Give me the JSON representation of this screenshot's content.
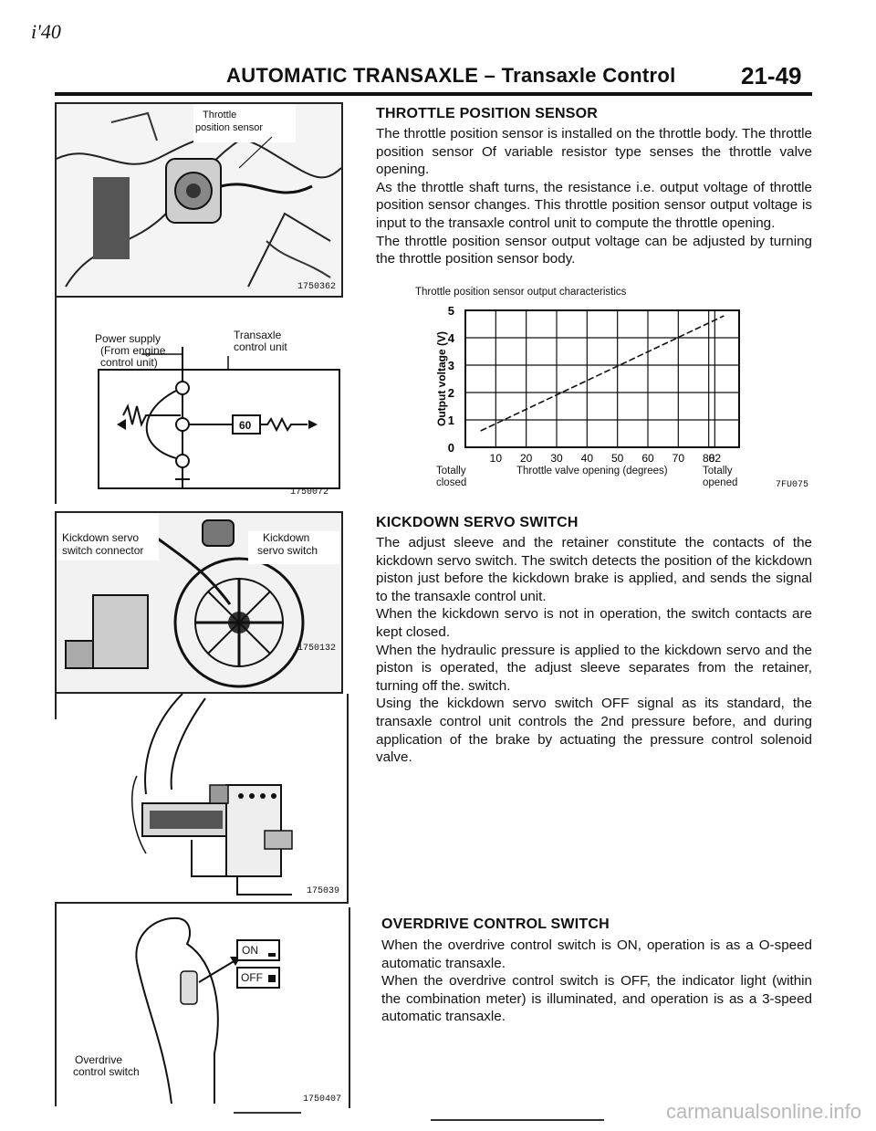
{
  "header": {
    "scribble": "i'40",
    "title": "AUTOMATIC TRANSAXLE – Transaxle Control",
    "page_number": "21-49"
  },
  "sections": {
    "tps": {
      "title": "THROTTLE POSITION SENSOR",
      "paragraphs": [
        "The throttle position sensor is installed on the throttle body. The throttle position sensor Of variable resistor type senses the throttle valve opening.",
        "As the throttle shaft turns, the resistance i.e. output voltage of throttle position sensor changes. This throttle position sensor output voltage is input to the transaxle control unit to compute the throttle opening.",
        "The throttle position sensor output voltage can be adjusted by turning the throttle position sensor body."
      ]
    },
    "kickdown": {
      "title": "KICKDOWN SERVO SWITCH",
      "paragraphs": [
        "The adjust sleeve and the retainer constitute the contacts of the kickdown servo switch. The switch detects the position of the kickdown piston just before the kickdown brake is applied, and sends the signal to the transaxle control unit.",
        "When the kickdown servo is not in operation, the switch contacts are kept closed.",
        "When the hydraulic pressure is applied to the kickdown servo and the piston is operated, the adjust sleeve separates from the retainer, turning off the. switch.",
        "Using the kickdown servo switch OFF signal as its standard, the transaxle control unit controls the 2nd pressure before, and during application of the brake by actuating the pressure control solenoid valve."
      ]
    },
    "overdrive": {
      "title": "OVERDRIVE CONTROL SWITCH",
      "paragraphs": [
        "When the overdrive control switch is ON, operation is as a O-speed automatic transaxle.",
        "When the overdrive control switch is OFF, the indicator light (within the combination meter) is illuminated, and operation is as a 3-speed automatic transaxle."
      ]
    }
  },
  "figures": {
    "fig1": {
      "label_line1": "Throttle",
      "label_line2": "position sensor",
      "code": "1750362"
    },
    "fig2": {
      "label_power1": "Power supply",
      "label_power2": "(From engine",
      "label_power3": "control unit)",
      "label_tcu1": "Transaxle",
      "label_tcu2": "control unit",
      "box_label": "60",
      "code": "1750072"
    },
    "fig3": {
      "label_left1": "Kickdown servo",
      "label_left2": "switch connector",
      "label_right1": "Kickdown",
      "label_right2": "servo switch",
      "code": "1750132"
    },
    "fig4": {
      "code": "175039"
    },
    "fig5": {
      "on_label": "ON",
      "off_label": "OFF",
      "label_line1": "Overdrive",
      "label_line2": "control switch",
      "code": "1750407"
    }
  },
  "chart_data": {
    "type": "line",
    "title": "Throttle position sensor output characteristics",
    "xlabel": "Throttle valve opening (degrees)",
    "ylabel": "Output voltage (V)",
    "x_tick_labels": [
      "10",
      "20",
      "30",
      "40",
      "50",
      "60",
      "70",
      "80",
      "82"
    ],
    "y_tick_labels": [
      "0",
      "1",
      "2",
      "3",
      "4",
      "5"
    ],
    "x_ticks": [
      10,
      20,
      30,
      40,
      50,
      60,
      70,
      80,
      82
    ],
    "y_ticks": [
      0,
      1,
      2,
      3,
      4,
      5
    ],
    "xlim": [
      0,
      90
    ],
    "ylim": [
      0,
      5
    ],
    "x_left_label1": "Totally",
    "x_left_label2": "closed",
    "x_right_label1": "Totally",
    "x_right_label2": "opened",
    "code": "7FU075",
    "grid": true,
    "series": [
      {
        "x": [
          5,
          85
        ],
        "y": [
          0.6,
          4.8
        ]
      }
    ]
  },
  "footer": {
    "watermark": "carmanualsonline.info"
  }
}
